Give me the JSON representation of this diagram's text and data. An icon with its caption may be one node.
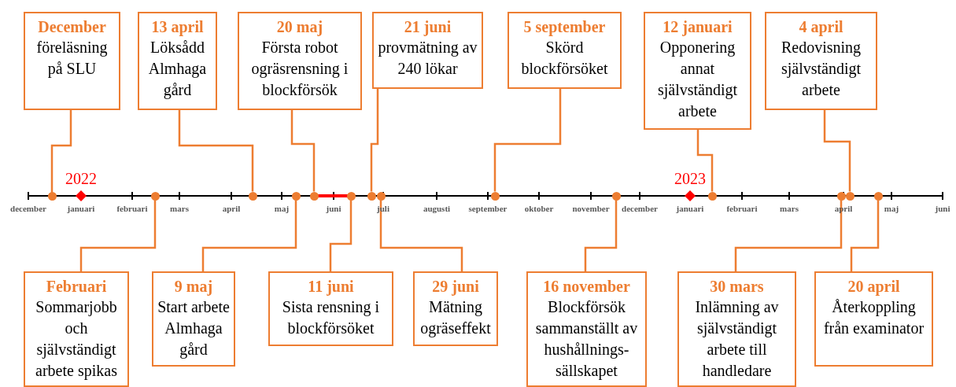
{
  "diagram": {
    "nodes": [
      {
        "text": [
          "December",
          "föreläsning på SLU"
        ]
      },
      {
        "text": [
          "13 april",
          "Löksådd Almhaga gård"
        ]
      },
      {
        "text": [
          "20 maj",
          "Första robot ogräsrensning i blockförsök"
        ]
      },
      {
        "text": [
          "21 juni",
          "provmätning av 240 lökar"
        ]
      },
      {
        "text": [
          "5 september",
          "Skörd blockförsöket"
        ]
      },
      {
        "text": [
          "12 januari",
          "Opponering annat självständigt arbete"
        ]
      },
      {
        "text": [
          "4 april",
          "Redovisning självständigt arbete"
        ]
      },
      {
        "text": [
          "Februari",
          "Sommarjobb och självständigt arbete spikas"
        ]
      },
      {
        "text": [
          "9 maj",
          "Start arbete Almhaga gård"
        ]
      },
      {
        "text": [
          "11 juni",
          "Sista rensning i blockförsöket"
        ]
      },
      {
        "text": [
          "29 juni",
          "Mätning ogräseffekt"
        ]
      },
      {
        "text": [
          "16 november",
          "Blockförsök sammanställt av hushållnings- sällskapet"
        ]
      },
      {
        "text": [
          "30 mars",
          "Inlämning av självständigt arbete till handledare"
        ]
      },
      {
        "text": [
          "20 april",
          "Återkoppling från examinator"
        ]
      },
      {
        "text": [],
        "shape": "circle"
      },
      {
        "text": [],
        "shape": "circle"
      },
      {
        "text": [],
        "shape": "circle"
      },
      {
        "text": [],
        "shape": "circle"
      },
      {
        "text": [],
        "shape": "circle"
      },
      {
        "text": [],
        "shape": "circle"
      },
      {
        "text": [],
        "shape": "circle"
      },
      {
        "text": [],
        "shape": "circle"
      },
      {
        "text": [],
        "shape": "circle"
      },
      {
        "text": [],
        "shape": "circle"
      },
      {
        "text": [],
        "shape": "circle"
      },
      {
        "text": [],
        "shape": "circle"
      },
      {
        "text": [],
        "shape": "circle"
      },
      {
        "text": [],
        "shape": "circle"
      }
    ],
    "edges": [
      {
        "from": 0,
        "to": 14,
        "arrow": "none"
      },
      {
        "from": 7,
        "to": 15,
        "arrow": "none"
      },
      {
        "from": 1,
        "to": 16,
        "arrow": "none"
      },
      {
        "from": 8,
        "to": 17,
        "arrow": "none"
      },
      {
        "from": 2,
        "to": 18,
        "arrow": "none"
      },
      {
        "from": 9,
        "to": 19,
        "arrow": "none"
      },
      {
        "from": 3,
        "to": 20,
        "arrow": "none"
      },
      {
        "from": 10,
        "to": 21,
        "arrow": "none"
      },
      {
        "from": 4,
        "to": 22,
        "arrow": "none"
      },
      {
        "from": 11,
        "to": 23,
        "arrow": "none"
      },
      {
        "from": 5,
        "to": 24,
        "arrow": "none"
      },
      {
        "from": 12,
        "to": 25,
        "arrow": "none"
      },
      {
        "from": 6,
        "to": 26,
        "arrow": "none"
      },
      {
        "from": 13,
        "to": 27,
        "arrow": "none"
      }
    ],
    "labels": [
      "2022",
      "2023",
      "december",
      "januari",
      "februari",
      "mars",
      "april",
      "maj",
      "juni",
      "juli",
      "augusti",
      "september",
      "oktober",
      "november",
      "december",
      "januari",
      "februari",
      "mars",
      "april",
      "maj",
      "juni"
    ]
  }
}
